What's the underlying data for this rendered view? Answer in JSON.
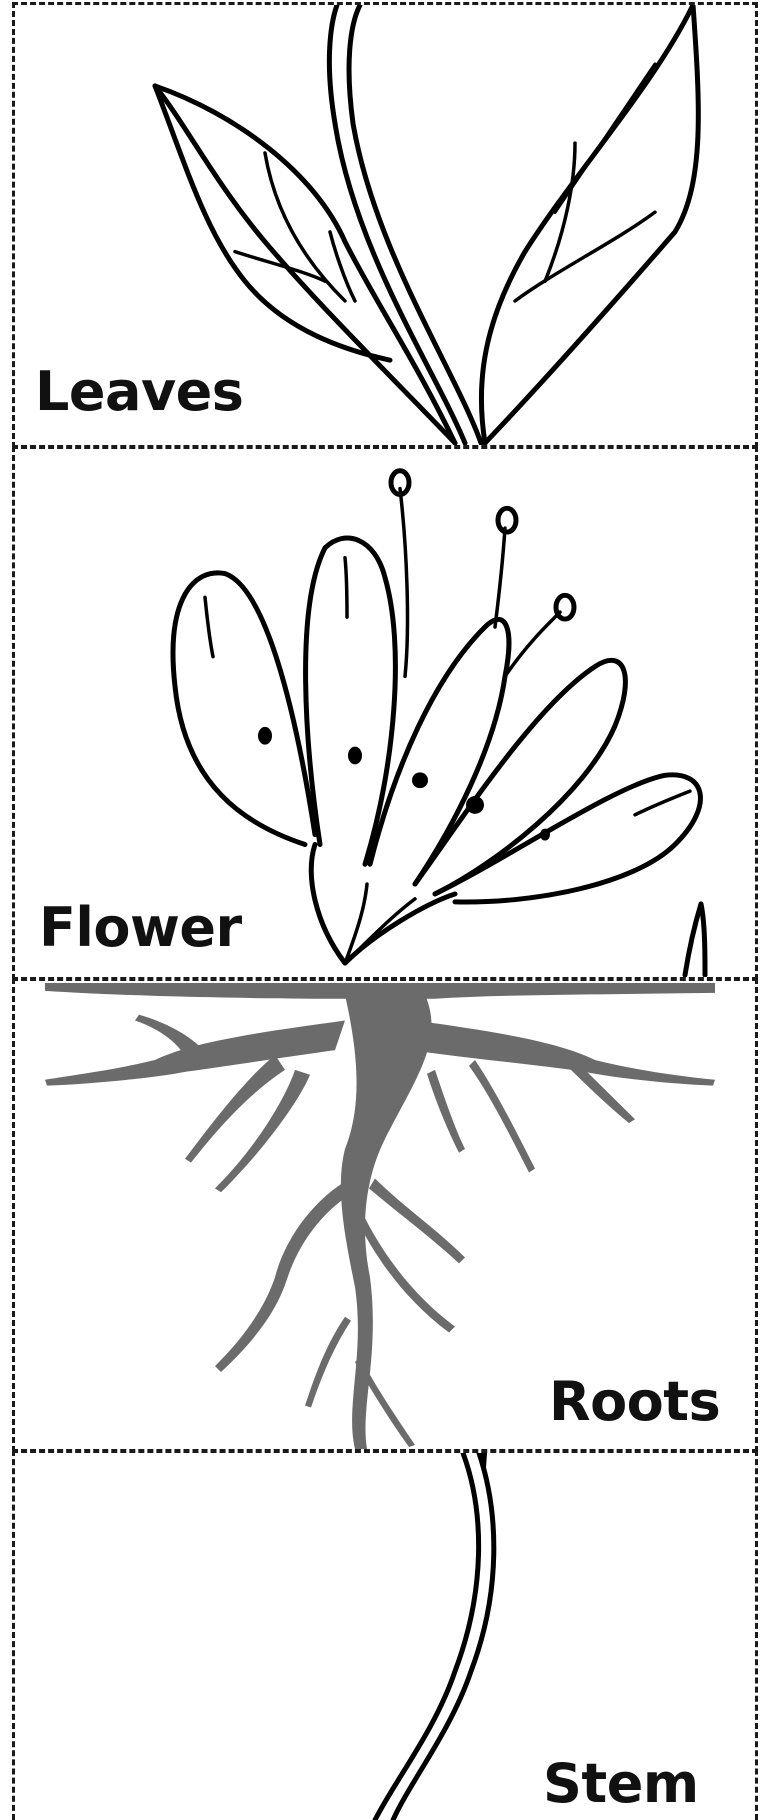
{
  "panels": {
    "leaves": {
      "label": "Leaves"
    },
    "flower": {
      "label": "Flower"
    },
    "roots": {
      "label": "Roots"
    },
    "stem": {
      "label": "Stem"
    }
  },
  "colors": {
    "ink": "#000000",
    "root": "#6b6b6b",
    "border": "#1a1a1a",
    "background": "#ffffff"
  }
}
